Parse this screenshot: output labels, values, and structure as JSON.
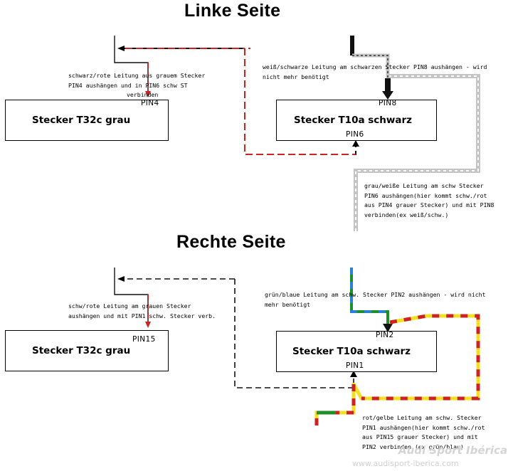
{
  "titles": {
    "left": "Linke Seite",
    "right": "Rechte Seite"
  },
  "left_side": {
    "box_t32c": {
      "label": "Stecker T32c grau",
      "pin": "PIN4"
    },
    "box_t10a": {
      "label": "Stecker T10a schwarz",
      "pin_top": "PIN8",
      "pin_bottom": "PIN6"
    },
    "note_red_black": [
      "schwarz/rote Leitung aus grauem Stecker",
      "PIN4 aushängen und in PIN6 schw ST",
      "verbinden"
    ],
    "note_white_black": [
      "weiß/schwarze Leitung am schwarzen Stecker PIN8 aushängen - wird",
      "nicht mehr benötigt"
    ],
    "note_grey_white": [
      "grau/weiße Leitung am  schw  Stecker",
      "PIN6 aushängen(hier kommt schw./rot",
      "aus PIN4 grauer Stecker) und mit PIN8",
      "verbinden(ex weiß/schw.)"
    ]
  },
  "right_side": {
    "box_t32c": {
      "label": "Stecker T32c grau",
      "pin": "PIN15"
    },
    "box_t10a": {
      "label": "Stecker T10a schwarz",
      "pin_top": "PIN2",
      "pin_bottom": "PIN1"
    },
    "note_red_black": [
      "schw/rote Leitung am grauen Stecker",
      "aushängen und mit PIN1 schw. Stecker verb."
    ],
    "note_green_blue": [
      "grün/blaue Leitung am schw. Stecker PIN2 aushängen - wird nicht",
      "mehr benötigt"
    ],
    "note_red_yellow": [
      "rot/gelbe Leitung am schw. Stecker",
      "PIN1 aushängen(hier kommt schw./rot",
      "aus PIN15 grauer Stecker) und mit",
      "PIN2 verbinden (ex grün/blau)"
    ]
  },
  "watermark": {
    "brand": "Audi Sport Ibérica",
    "url": "www.audisport-iberica.com"
  },
  "colors": {
    "red": "#cc2222",
    "grey": "#c4c4c4",
    "green": "#1f8f2a",
    "blue": "#2a7fd6",
    "yellow": "#f0e020"
  }
}
